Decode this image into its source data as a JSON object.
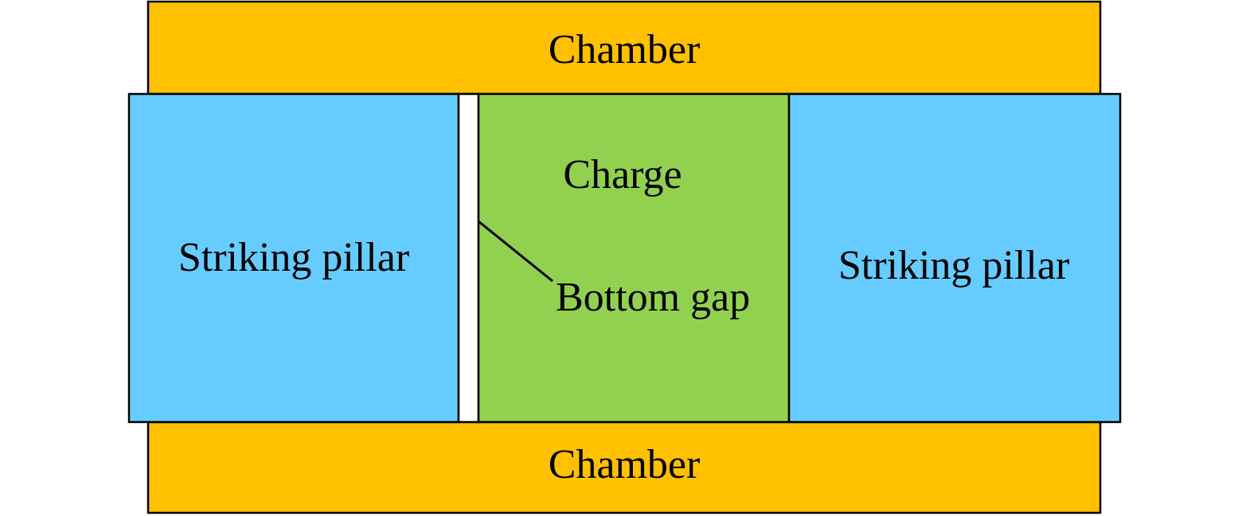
{
  "labels": {
    "chamber_top": "Chamber",
    "chamber_bottom": "Chamber",
    "pillar_left": "Striking pillar",
    "pillar_right": "Striking pillar",
    "charge": "Charge",
    "bottom_gap": "Bottom gap"
  },
  "colors": {
    "chamber": "#FFC000",
    "pillar": "#66CCFF",
    "charge": "#92D050",
    "gap": "#FFFFFF",
    "outline": "#000000"
  }
}
